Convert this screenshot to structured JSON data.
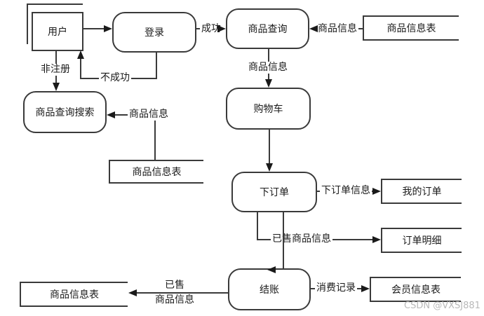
{
  "nodes": {
    "user": "用户",
    "login": "登录",
    "product_query": "商品查询",
    "product_search": "商品查询搜索",
    "cart": "购物车",
    "place_order": "下订单",
    "checkout": "结账"
  },
  "stores": {
    "product_info_top": "商品信息表",
    "product_info_mid": "商品信息表",
    "product_info_bottom": "商品信息表",
    "my_orders": "我的订单",
    "order_detail": "订单明细",
    "member_info": "会员信息表"
  },
  "flows": {
    "success": "成功",
    "fail": "不成功",
    "unregistered": "非注册",
    "product_info_to_query": "商品信息",
    "product_info_to_cart": "商品信息",
    "product_info_to_search": "商品信息",
    "order_info": "下订单信息",
    "sold_product_info": "已售商品信息",
    "sold_line1": "已售",
    "sold_line2": "商品信息",
    "consumption_record": "消费记录"
  },
  "watermark": "CSDN @VXSJ881",
  "colors": {
    "line": "#3a3a3a",
    "background": "#ffffff",
    "watermark": "#b9b9b9"
  }
}
